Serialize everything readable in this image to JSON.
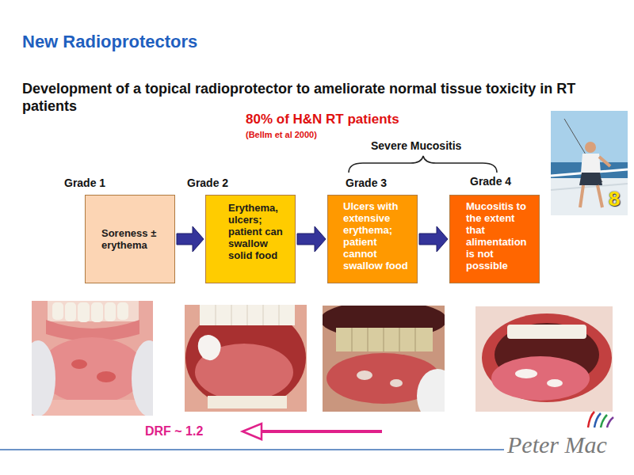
{
  "diagram": {
    "title": "New Radioprotectors",
    "nodes": [
      {
        "text": [
          "Grade 1",
          "Soreness ± erythema"
        ]
      },
      {
        "text": [
          "Grade 2",
          "Erythema, ulcers; patient can swallow solid food"
        ]
      },
      {
        "text": [
          "Grade 3",
          "Ulcers with extensive erythema; patient cannot swallow food"
        ]
      },
      {
        "text": [
          "Grade 4",
          "Mucositis to the extent that alimentation is not possible"
        ]
      }
    ],
    "edges": [
      {
        "from": 0,
        "to": 1,
        "arrow": "to"
      },
      {
        "from": 1,
        "to": 2,
        "arrow": "to"
      },
      {
        "from": 2,
        "to": 3,
        "arrow": "to"
      }
    ],
    "labels": [
      "Development of a topical radioprotector to ameliorate normal tissue toxicity in RT patients",
      "80% of H&N RT patients",
      "(Bellm et al 2000)",
      "Severe Mucositis",
      "8",
      "DRF ~ 1.2",
      "Peter Mac"
    ]
  }
}
